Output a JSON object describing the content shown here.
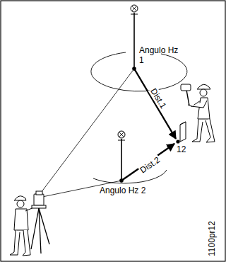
{
  "diagram": {
    "labels": [
      "Angulo Hz 1",
      "Dist.1",
      "Dist.2",
      "12",
      "Angulo Hz 2",
      "1100pr12"
    ]
  }
}
